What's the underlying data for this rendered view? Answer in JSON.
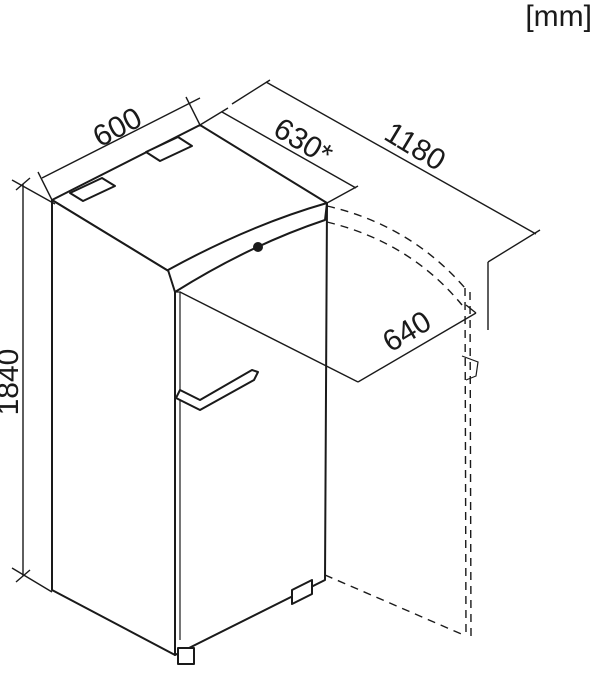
{
  "unit_label": "[mm]",
  "dimensions": {
    "width": "600",
    "depth": "630*",
    "depth_door_open": "1180",
    "door_clearance": "640",
    "height": "1840"
  }
}
